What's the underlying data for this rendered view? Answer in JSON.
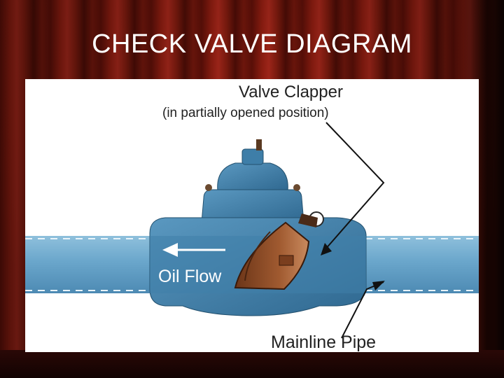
{
  "slide": {
    "title": "CHECK VALVE DIAGRAM"
  },
  "diagram": {
    "clapper_label": "Valve Clapper",
    "clapper_sublabel": "(in partially opened position)",
    "flow_label": "Oil Flow",
    "pipe_label": "Mainline Pipe"
  },
  "colors": {
    "curtain": "#8a1c10",
    "valve_body": "#3e7ea8",
    "pipe": "#5f9fc6",
    "clapper": "#8a4a2a",
    "panel": "#ffffff"
  }
}
